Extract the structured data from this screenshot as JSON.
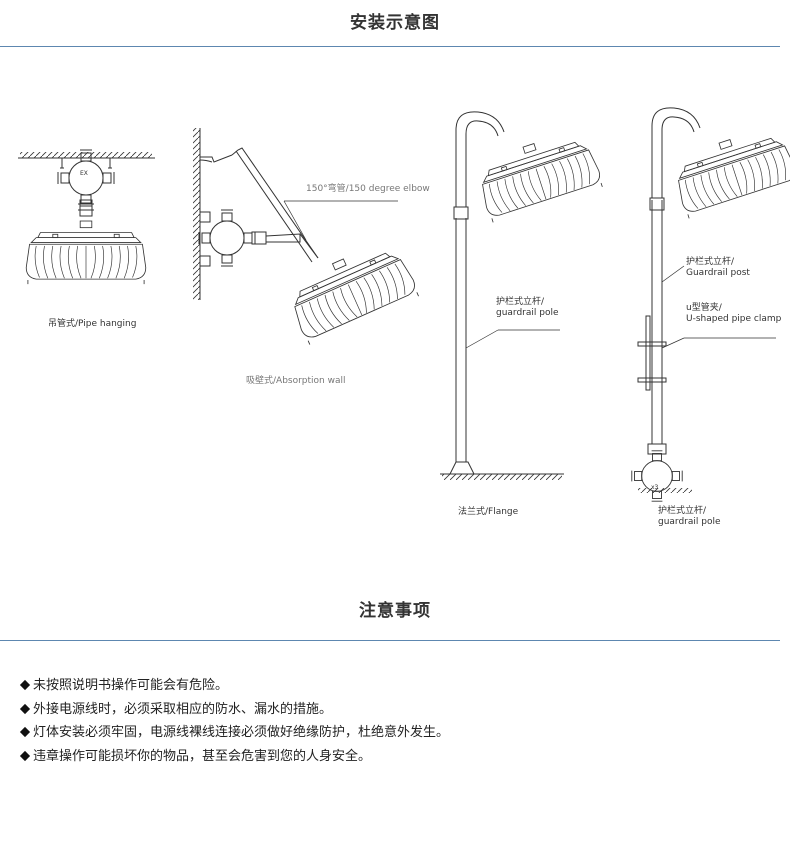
{
  "install": {
    "title": "安装示意图",
    "pipe_hanging": "吊管式/Pipe hanging",
    "elbow": "150°弯管/150 degree elbow",
    "absorption_wall": "吸壁式/Absorption wall",
    "guardrail_pole_label": [
      "护栏式立杆/",
      "guardrail pole"
    ],
    "flange": "法兰式/Flange",
    "guardrail_post_label": [
      "护栏式立杆/",
      "Guardrail post"
    ],
    "u_clamp_label": [
      "u型管夹/",
      "U-shaped pipe clamp"
    ],
    "guardrail_pole_label_2": [
      "护栏式立杆/",
      "guardrail pole"
    ],
    "ex_mark": "EX"
  },
  "notes": {
    "title": "注意事项",
    "items": [
      "未按照说明书操作可能会有危险。",
      "外接电源线时，必须采取相应的防水、漏水的措施。",
      "灯体安装必须牢固，电源线裸线连接必须做好绝缘防护，杜绝意外发生。",
      "违章操作可能损坏你的物品，甚至会危害到您的人身安全。"
    ]
  }
}
